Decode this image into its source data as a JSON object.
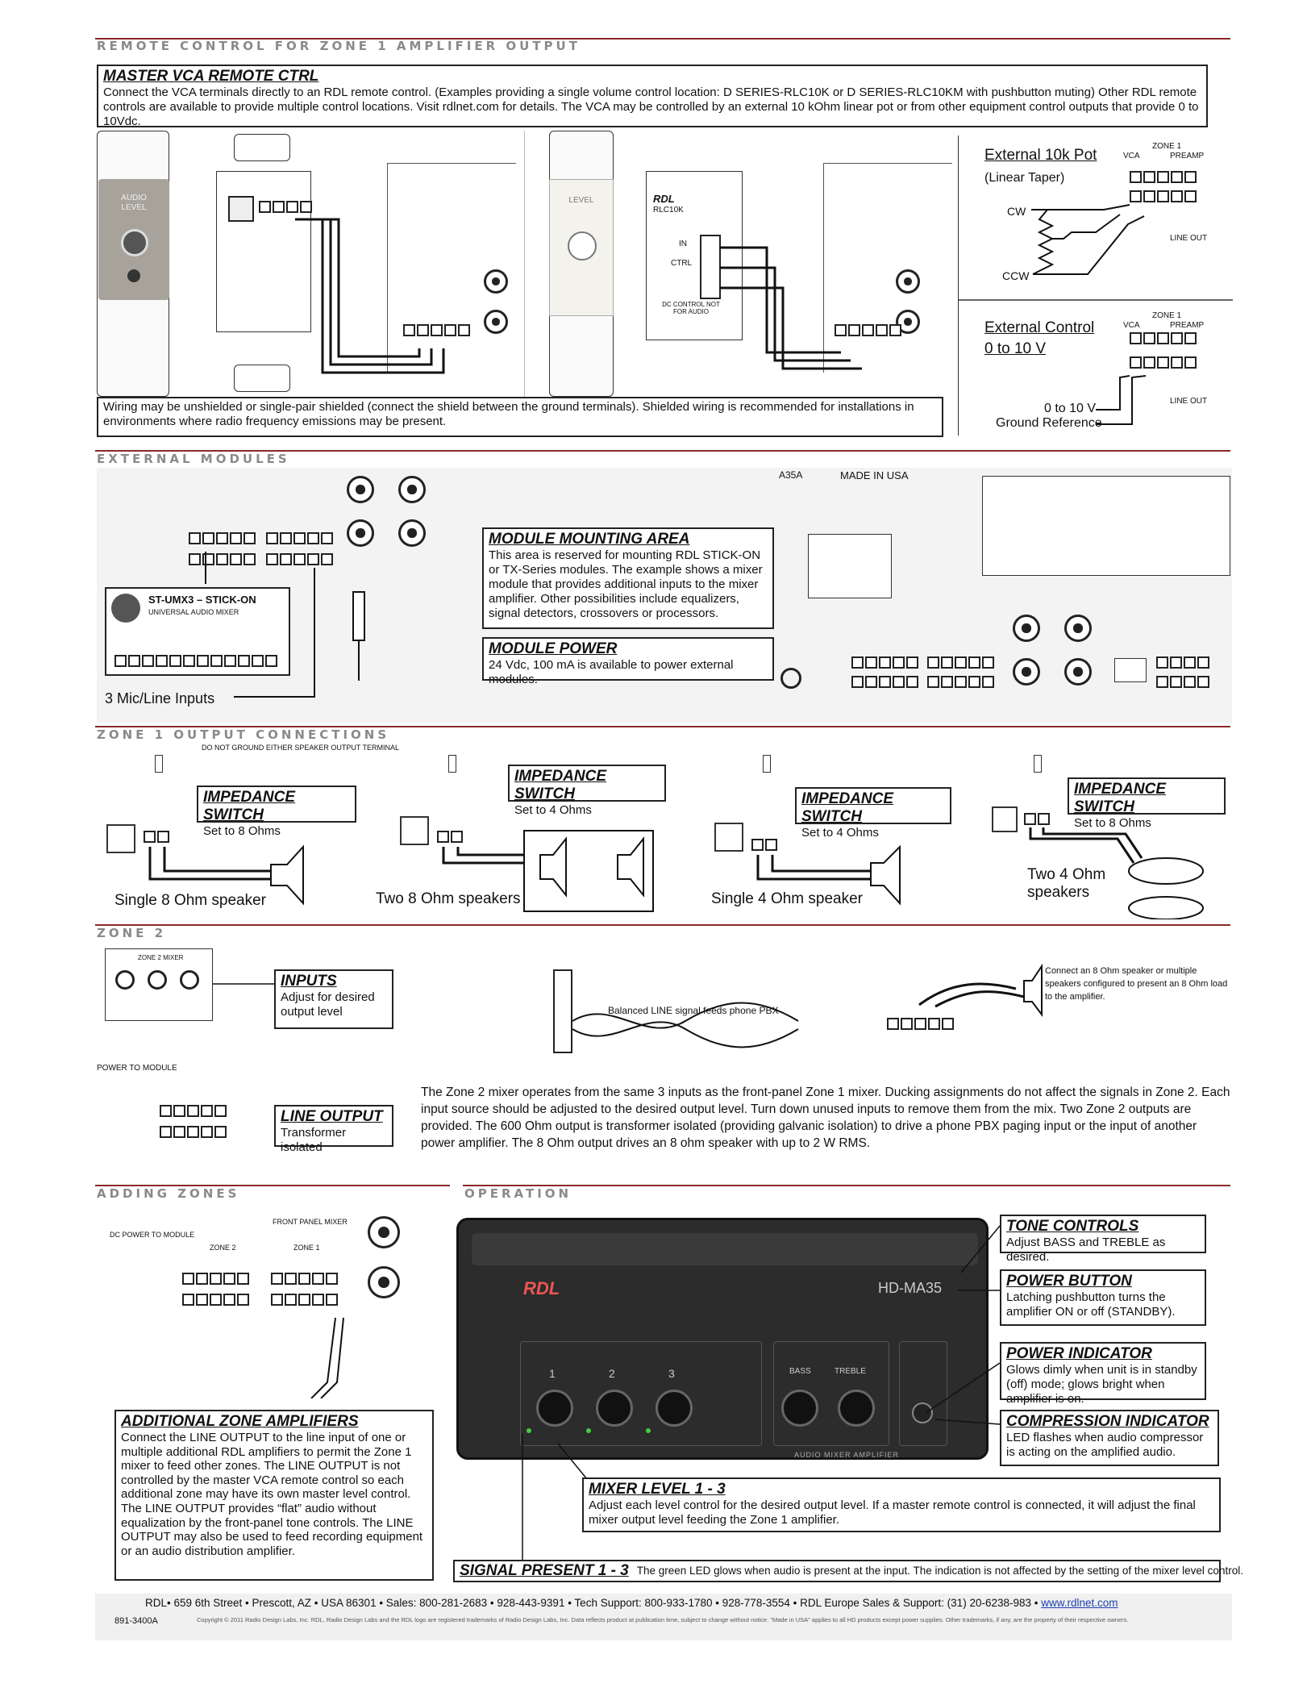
{
  "sections": {
    "remote": "REMOTE CONTROL FOR ZONE 1 AMPLIFIER OUTPUT",
    "external": "EXTERNAL MODULES",
    "zone1": "ZONE 1 OUTPUT CONNECTIONS",
    "zone2": "ZONE 2",
    "adding": "ADDING ZONES",
    "operation": "OPERATION"
  },
  "master_vca": {
    "title": "MASTER VCA REMOTE CTRL",
    "text": "Connect the VCA terminals directly to an RDL remote control. (Examples providing a single volume control location: D SERIES-RLC10K or D SERIES-RLC10KM with pushbutton muting)  Other RDL remote controls are available to provide multiple control locations. Visit rdlnet.com for details. The VCA may be controlled by an external 10 kOhm linear pot or from other equipment control outputs that provide 0 to 10Vdc."
  },
  "wiring_note": "Wiring may be unshielded or single-pair shielded (connect the shield between the ground terminals).  Shielded wiring is recommended for installations in environments where radio frequency emissions may be present.",
  "ext_pot": {
    "title": "External 10k Pot",
    "sub": "(Linear Taper)",
    "cw": "CW",
    "ccw": "CCW",
    "zone": "ZONE 1",
    "vca": "VCA",
    "preamp": "PREAMP",
    "lineout": "LINE OUT"
  },
  "ext_ctrl": {
    "title1": "External Control",
    "title2": "0 to 10 V",
    "ref1": "0 to 10 V",
    "ref2": "Ground Reference",
    "zone": "ZONE 1",
    "vca": "VCA",
    "preamp": "PREAMP",
    "lineout": "LINE OUT"
  },
  "plate1": {
    "audio": "AUDIO",
    "level": "LEVEL"
  },
  "plate2": {
    "level": "LEVEL",
    "brand": "RDL",
    "model": "RLC10K",
    "in": "IN",
    "ctrl": "CTRL",
    "dc": "DC CONTROL NOT FOR AUDIO"
  },
  "module_area": {
    "title": "MODULE MOUNTING AREA",
    "text": "This area is reserved for mounting RDL STICK-ON or TX-Series modules. The example shows a mixer module that provides additional inputs to the mixer amplifier. Other possibilities include equalizers, signal detectors, crossovers or processors."
  },
  "module_power": {
    "title": "MODULE POWER",
    "text": "24 Vdc, 100 mA is available to power external modules."
  },
  "mic_inputs": "3 Mic/Line Inputs",
  "stickon": {
    "name": "ST-UMX3 – STICK-ON",
    "sub": "UNIVERSAL AUDIO MIXER"
  },
  "made_in": "MADE IN USA",
  "model_top": "A35A",
  "zone1_note": "DO NOT GROUND EITHER SPEAKER OUTPUT TERMINAL",
  "imp": [
    {
      "title": "IMPEDANCE SWITCH",
      "text": "Set to 8 Ohms",
      "caption": "Single 8 Ohm speaker"
    },
    {
      "title": "IMPEDANCE SWITCH",
      "text": "Set to 4 Ohms",
      "caption": "Two 8 Ohm speakers"
    },
    {
      "title": "IMPEDANCE SWITCH",
      "text": "Set to 4 Ohms",
      "caption": "Single 4 Ohm speaker"
    },
    {
      "title": "IMPEDANCE SWITCH",
      "text": "Set to 8 Ohms",
      "caption": "Two 4 Ohm speakers"
    }
  ],
  "zone2": {
    "inputs_title": "INPUTS",
    "inputs_text": "Adjust for desired output level",
    "line_title": "LINE OUTPUT",
    "line_text": "Transformer isolated",
    "balanced": "Balanced LINE signal feeds phone PBX",
    "connect": "Connect an 8 Ohm speaker or multiple speakers configured to present an 8 Ohm load to the amplifier.",
    "mixer_label": "ZONE 2 MIXER",
    "power_label": "POWER TO MODULE",
    "body": "The Zone 2 mixer operates from the same 3 inputs as the front-panel Zone 1 mixer.  Ducking assignments do not affect the signals in Zone 2.  Each input source should be adjusted to the desired output level.  Turn down unused inputs to remove them from the mix.  Two Zone 2 outputs are provided. The 600 Ohm output is transformer isolated (providing galvanic isolation) to drive a phone PBX paging input or the input of another power amplifier.  The 8 Ohm output drives an 8 ohm speaker with up to 2 W RMS."
  },
  "adding": {
    "title": "ADDITIONAL ZONE AMPLIFIERS",
    "text": "Connect the LINE OUTPUT to the line input of one or multiple additional RDL amplifiers to permit the Zone 1 mixer to feed other zones.  The LINE OUTPUT is not controlled by the master VCA remote control so each additional zone may have its own master level control. The LINE OUTPUT provides “flat” audio without equalization by the front-panel tone controls. The LINE OUTPUT may also be used to feed recording equipment or an audio distribution amplifier.",
    "front": "FRONT PANEL MIXER",
    "dc": "DC POWER TO MODULE",
    "zone2": "ZONE 2",
    "zone1": "ZONE 1"
  },
  "operation": {
    "tone_title": "TONE CONTROLS",
    "tone_text": "Adjust BASS and TREBLE as desired.",
    "power_title": "POWER BUTTON",
    "power_text": "Latching pushbutton turns the amplifier ON or off (STANDBY).",
    "ind_title": "POWER INDICATOR",
    "ind_text": "Glows dimly when unit is in standby (off) mode; glows bright when amplifier is on.",
    "comp_title": "COMPRESSION INDICATOR",
    "comp_text": "LED flashes when audio compressor is acting on the amplified audio.",
    "mixer_title": "MIXER LEVEL 1 - 3",
    "mixer_text": "Adjust each level control for the desired output level.  If a master remote control is connected, it will adjust the final mixer output level feeding the Zone 1 amplifier.",
    "signal_title": "SIGNAL PRESENT 1 - 3",
    "signal_text": "The green LED glows when audio is present at the input. The indication is not affected by the setting of the mixer level control.",
    "brand": "RDL",
    "model": "HD-MA35",
    "ch": [
      "1",
      "2",
      "3"
    ],
    "bass": "BASS",
    "treble": "TREBLE",
    "bottom": "AUDIO MIXER AMPLIFIER"
  },
  "footer": {
    "line": "RDL• 659 6th Street • Prescott, AZ • USA  86301 • Sales: 800-281-2683 • 928-443-9391 • Tech Support: 800-933-1780 • 928-778-3554 • RDL Europe Sales & Support: (31) 20-6238-983 • ",
    "url": "www.rdlnet.com",
    "code": "891-3400A",
    "copyright": "Copyright © 2011 Radio Design Labs, Inc.  RDL, Radio Design Labs and the RDL logo are registered trademarks of Radio Design Labs, Inc.  Data reflects product at publication time, subject to change without notice. \"Made in USA\" applies to all HD products except power supplies. Other trademarks, if any, are the property of their respective owners."
  }
}
